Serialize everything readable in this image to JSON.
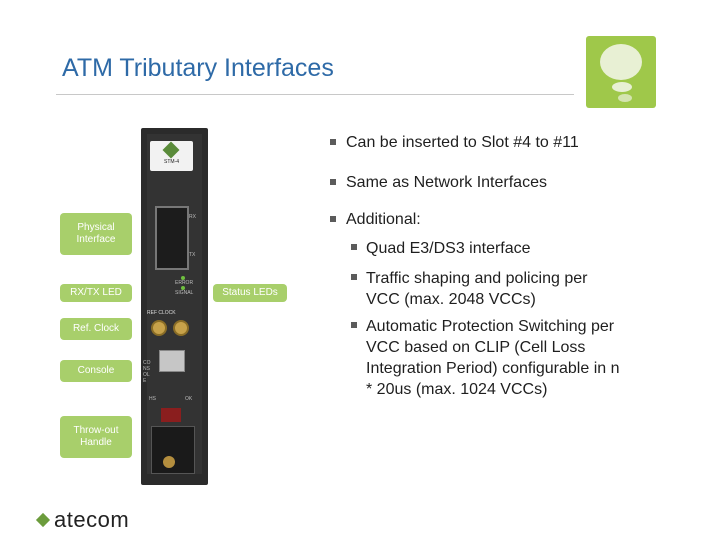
{
  "slide": {
    "title": "ATM Tributary Interfaces"
  },
  "module": {
    "badge": "STM-4",
    "labels": {
      "rx": "RX",
      "tx": "TX",
      "error": "ERROR",
      "signal": "SIGNAL",
      "ref_clock": "REF CLOCK",
      "console": "CONSOLE",
      "hs": "HS",
      "ok": "OK"
    }
  },
  "callouts": {
    "physical_interface": "Physical Interface",
    "rxtx_led": "RX/TX LED",
    "status_leds": "Status LEDs",
    "ref_clock": "Ref. Clock",
    "console": "Console",
    "throw_out_handle": "Throw-out Handle"
  },
  "bullets": {
    "b1": "Can be inserted to Slot #4 to #11",
    "b2": "Same as Network Interfaces",
    "b3": "Additional:",
    "subs": {
      "s1": "Quad E3/DS3 interface",
      "s2a": "Traffic shaping and policing per",
      "s2b": "VCC (max. 2048 VCCs)",
      "s3a": "Automatic Protection Switching per",
      "s3b": "VCC based on CLIP (Cell Loss",
      "s3c": "Integration Period) configurable in n",
      "s3d": "* 20us (max. 1024 VCCs)"
    }
  },
  "brand": {
    "name": "atecom"
  },
  "colors": {
    "title": "#2e6aa7",
    "callout_green": "#a8cf6b",
    "logo_green": "#9fc84a"
  }
}
